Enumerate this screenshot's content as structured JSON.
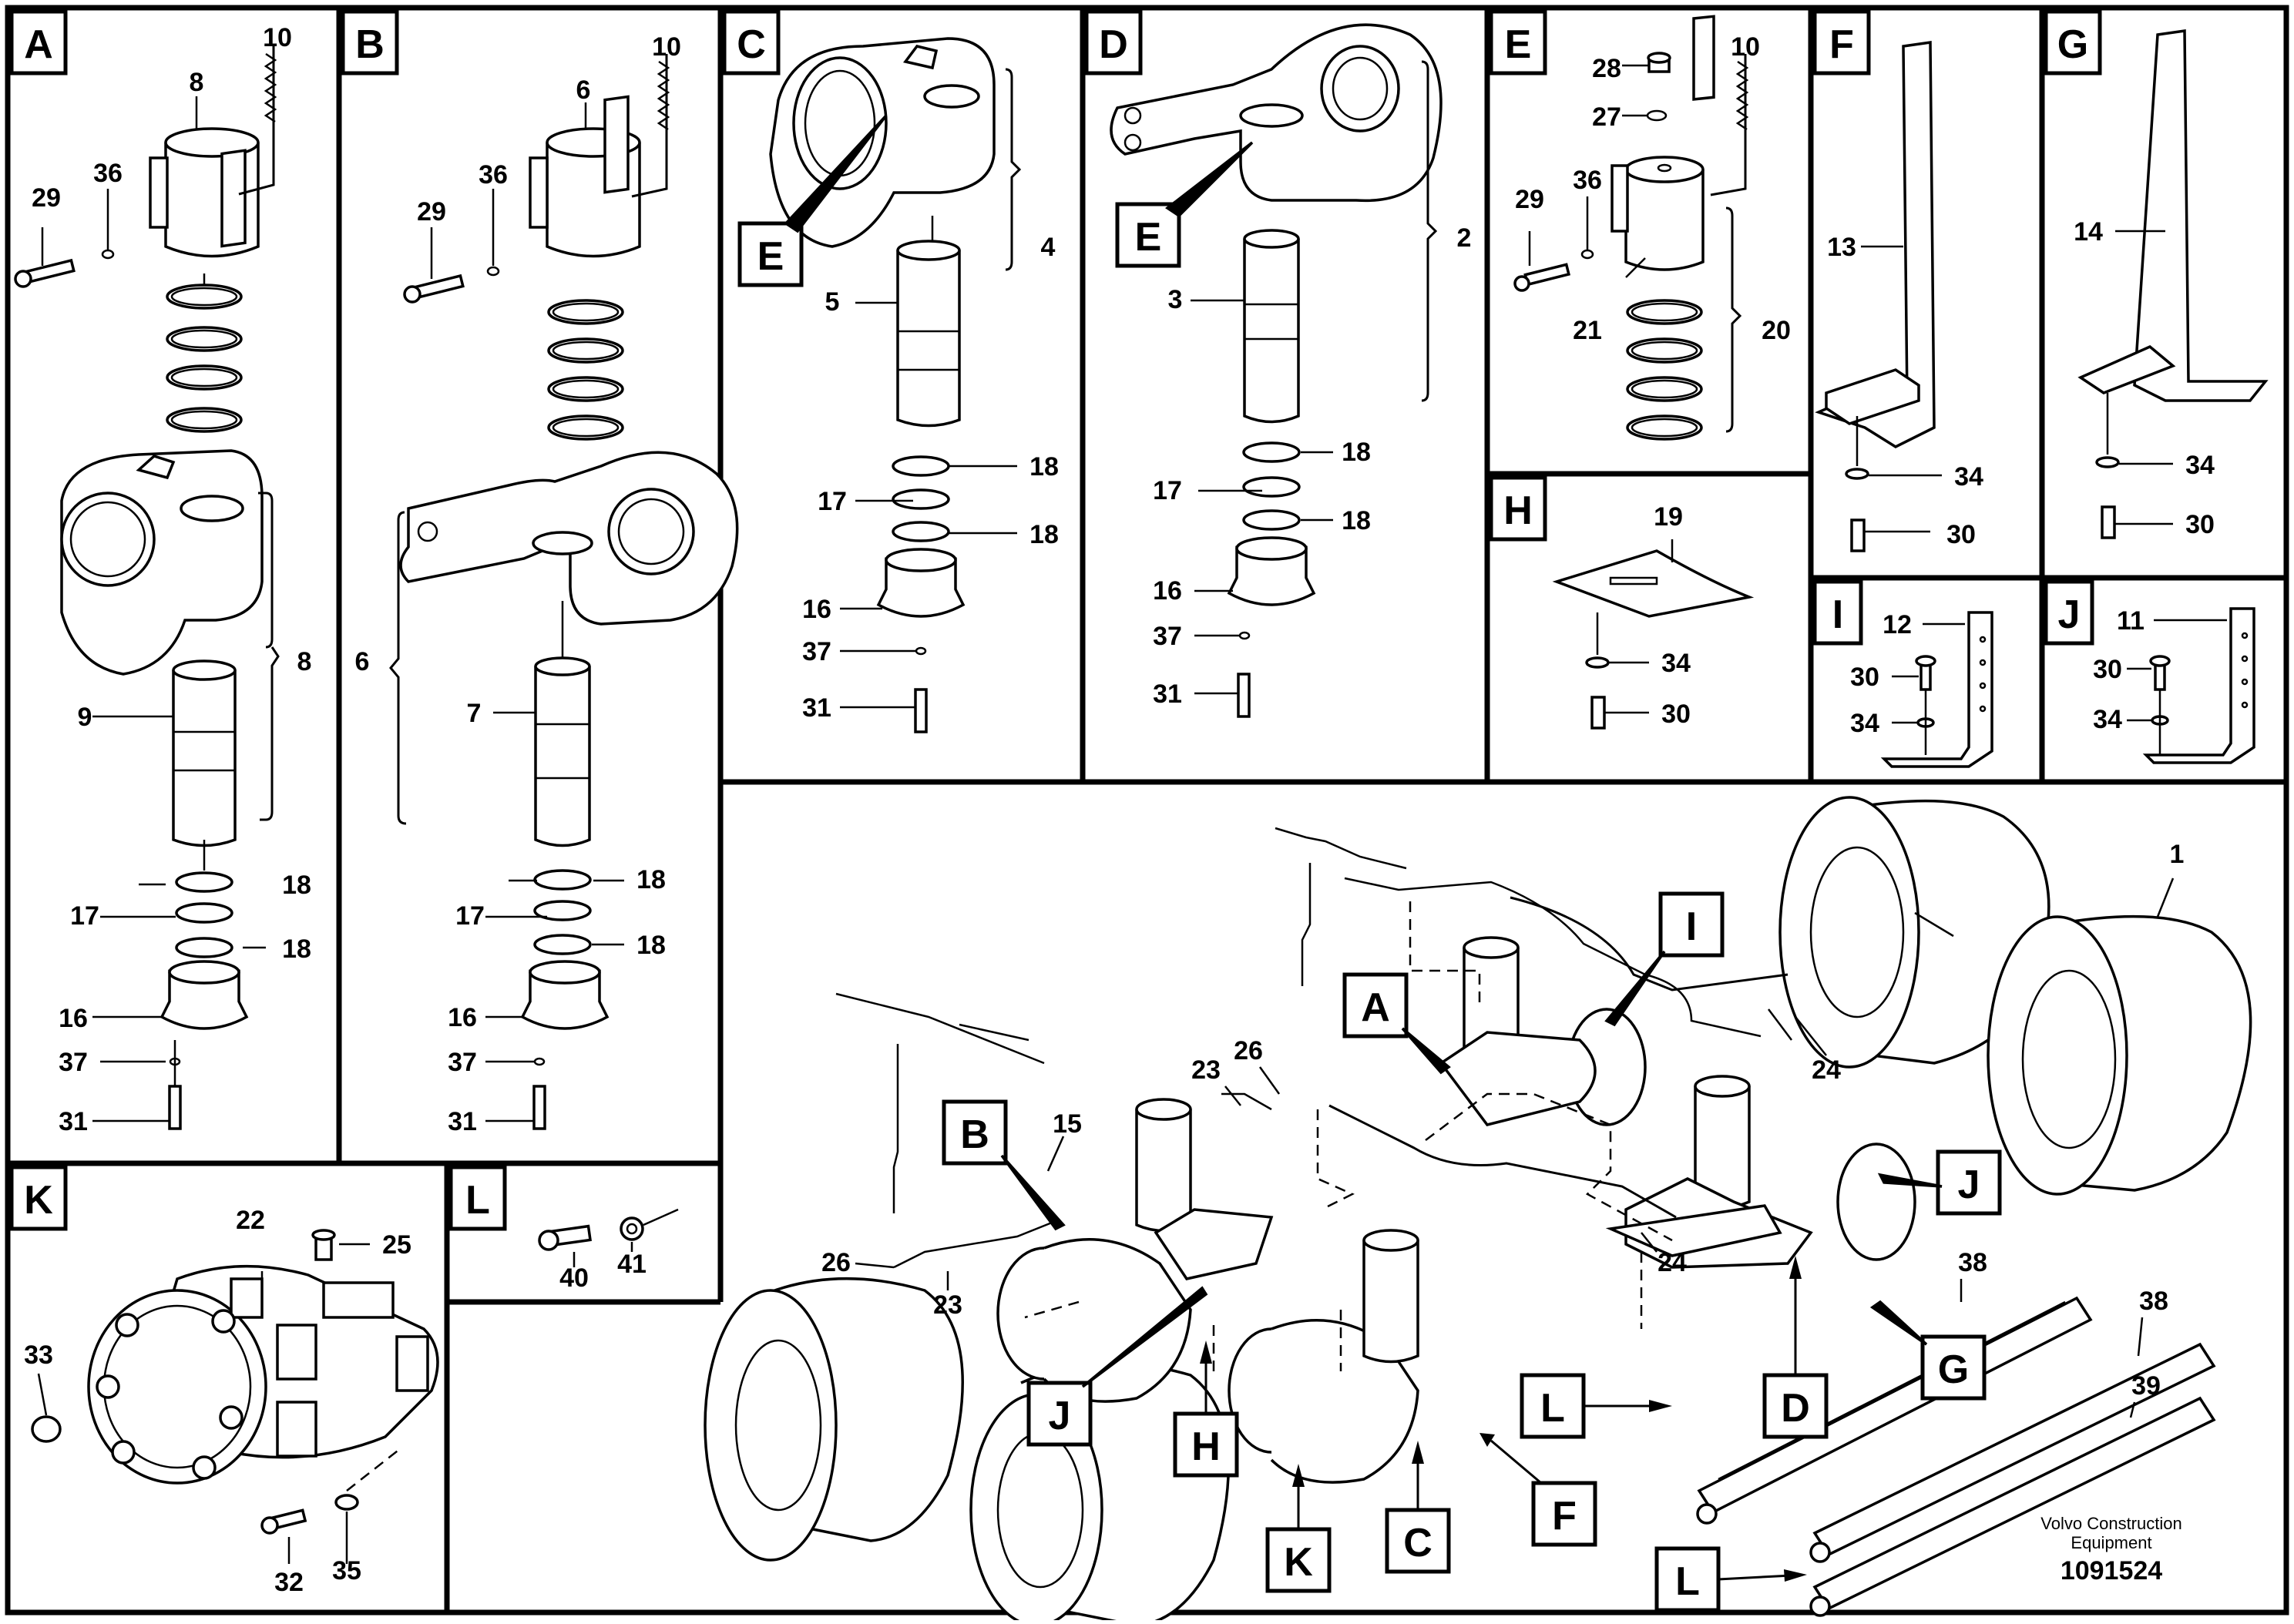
{
  "panels": [
    {
      "id": "A"
    },
    {
      "id": "B"
    },
    {
      "id": "C"
    },
    {
      "id": "D"
    },
    {
      "id": "E"
    },
    {
      "id": "F"
    },
    {
      "id": "G"
    },
    {
      "id": "H"
    },
    {
      "id": "I"
    },
    {
      "id": "J"
    },
    {
      "id": "K"
    },
    {
      "id": "L"
    }
  ],
  "panel_A": {
    "numbers": [
      "10",
      "8",
      "29",
      "36",
      "8",
      "9",
      "18",
      "17",
      "18",
      "16",
      "37",
      "31"
    ]
  },
  "panel_B": {
    "numbers": [
      "10",
      "6",
      "29",
      "36",
      "6",
      "7",
      "18",
      "17",
      "18",
      "16",
      "37",
      "31"
    ]
  },
  "panel_C": {
    "numbers": [
      "4",
      "5",
      "18",
      "17",
      "18",
      "16",
      "37",
      "31"
    ],
    "callout": "E"
  },
  "panel_D": {
    "numbers": [
      "2",
      "3",
      "18",
      "17",
      "18",
      "16",
      "37",
      "31"
    ],
    "callout": "E"
  },
  "panel_E": {
    "numbers": [
      "28",
      "10",
      "27",
      "29",
      "36",
      "20",
      "21"
    ]
  },
  "panel_F": {
    "numbers": [
      "13",
      "34",
      "30"
    ]
  },
  "panel_G": {
    "numbers": [
      "14",
      "34",
      "30"
    ]
  },
  "panel_H": {
    "numbers": [
      "19",
      "34",
      "30"
    ]
  },
  "panel_I": {
    "numbers": [
      "12",
      "30",
      "34"
    ]
  },
  "panel_J": {
    "numbers": [
      "11",
      "30",
      "34"
    ]
  },
  "panel_K": {
    "numbers": [
      "22",
      "25",
      "33",
      "32",
      "35"
    ]
  },
  "panel_L": {
    "numbers": [
      "40",
      "41"
    ]
  },
  "overview": {
    "numbers": [
      "1",
      "15",
      "23",
      "26",
      "26",
      "23",
      "24",
      "24",
      "38",
      "38",
      "39"
    ],
    "callouts": [
      "A",
      "I",
      "B",
      "J",
      "J",
      "G",
      "D",
      "H",
      "L",
      "L",
      "K",
      "C",
      "F"
    ]
  },
  "footer": {
    "company_line1": "Volvo Construction",
    "company_line2": "Equipment",
    "doc_number": "1091524"
  }
}
